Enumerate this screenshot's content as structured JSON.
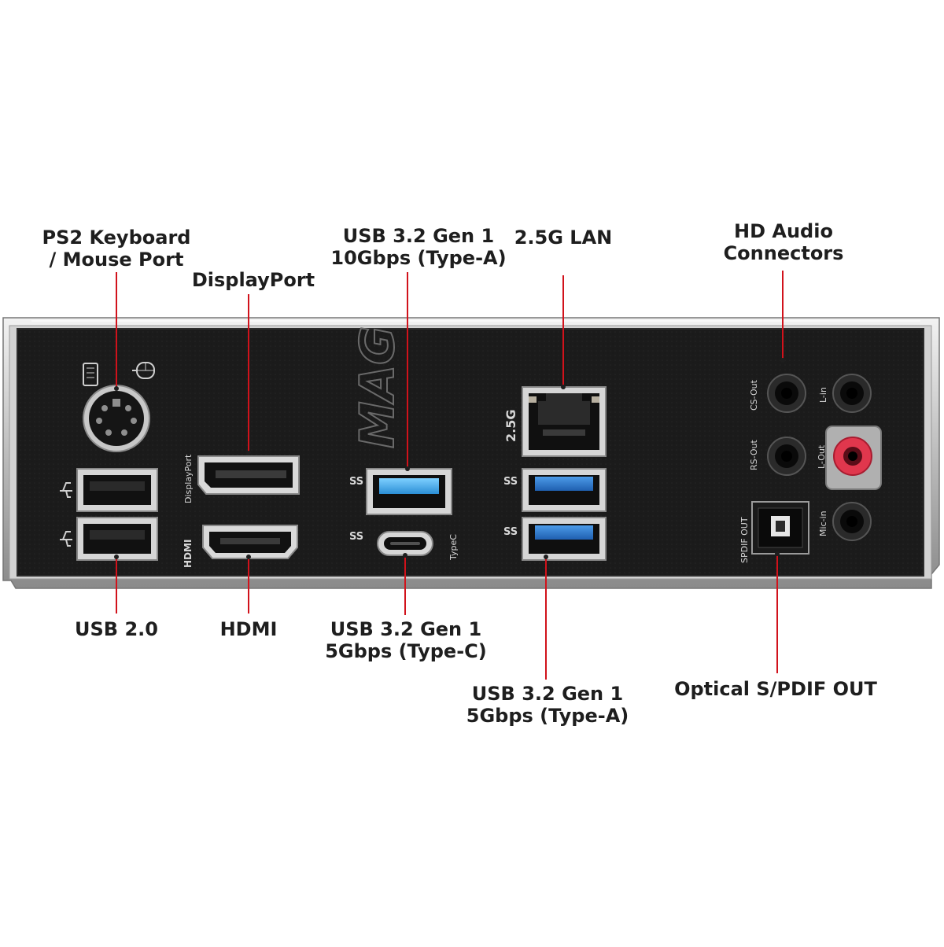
{
  "brand_logo": "MAG",
  "accent_color": "#d1121b",
  "labels": {
    "ps2": [
      "PS2 Keyboard",
      "/ Mouse Port"
    ],
    "displayport": [
      "DisplayPort"
    ],
    "usb32_10g": [
      "USB 3.2 Gen 1",
      "10Gbps (Type-A)"
    ],
    "lan": [
      "2.5G LAN"
    ],
    "hd_audio": [
      "HD Audio",
      "Connectors"
    ],
    "usb20": [
      "USB 2.0"
    ],
    "hdmi": [
      "HDMI"
    ],
    "usb32_typec": [
      "USB 3.2 Gen 1",
      "5Gbps (Type-C)"
    ],
    "usb32_typea": [
      "USB 3.2 Gen 1",
      "5Gbps (Type-A)"
    ],
    "spdif": [
      "Optical S/PDIF OUT"
    ]
  },
  "panel_text": {
    "displayport": "DisplayPort",
    "hdmi": "HDMI",
    "typec": "TypeC",
    "lan_speed": "2.5G",
    "ss": "SS",
    "cs_out": "CS-Out",
    "rs_out": "RS-Out",
    "l_in": "L-in",
    "l_out": "L-Out",
    "mic_in": "Mic-in",
    "spdif_out": "SPDIF OUT"
  }
}
